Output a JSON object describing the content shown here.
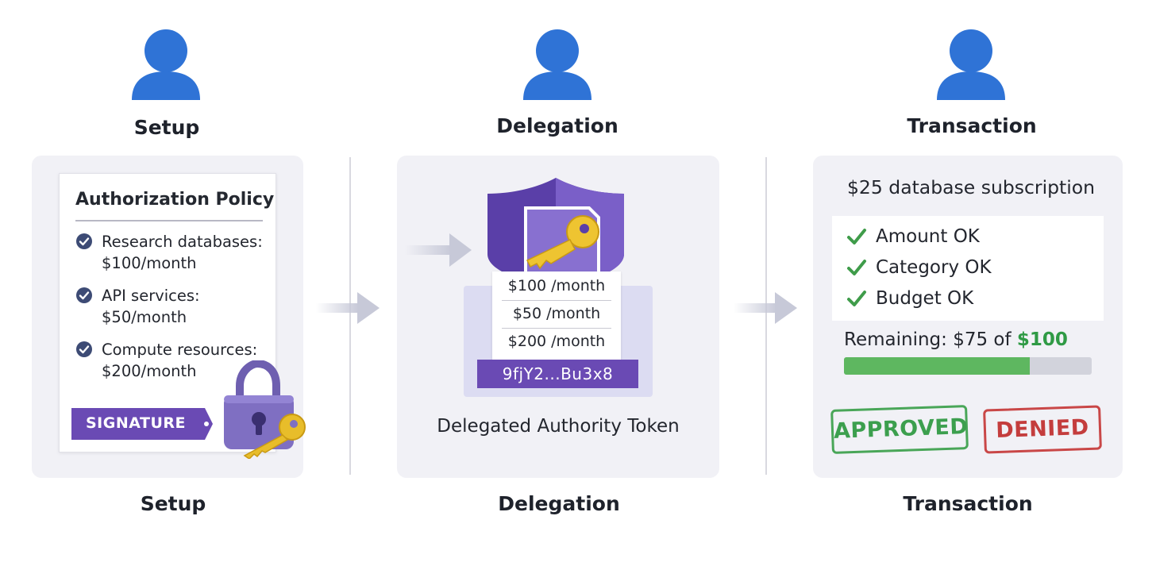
{
  "stages": {
    "setup": {
      "title": "Setup",
      "bottom_label": "Setup",
      "policy_title": "Authorization Policy",
      "items": [
        {
          "line1": "Research databases:",
          "line2": "$100/month"
        },
        {
          "line1": "API services:",
          "line2": "$50/month"
        },
        {
          "line1": "Compute resources:",
          "line2": "$200/month"
        }
      ],
      "signature_label": "SIGNATURE"
    },
    "delegation": {
      "title": "Delegation",
      "bottom_label": "Delegation",
      "token_limits": [
        "$100 /month",
        "$50 /month",
        "$200 /month"
      ],
      "token_id": "9fjY2...Bu3x8",
      "caption": "Delegated Authority Token"
    },
    "transaction": {
      "title": "Transaction",
      "bottom_label": "Transaction",
      "request": "$25 database subscription",
      "checks": [
        "Amount OK",
        "Category OK",
        "Budget OK"
      ],
      "remaining_prefix": "Remaining: $75 of ",
      "remaining_total": "$100",
      "remaining_fraction": 0.75,
      "stamp_approved": "APPROVED",
      "stamp_denied": "DENIED"
    }
  },
  "colors": {
    "person": "#2f73d6",
    "accent_purple": "#6a4ab4",
    "check_green": "#3f9c4a",
    "bar_fill": "#5eb760",
    "denied_red": "#c43d3d",
    "key_gold": "#e8bd2a"
  },
  "icons": [
    "person-icon",
    "check-circle-icon",
    "padlock-icon",
    "key-icon",
    "shield-icon",
    "checkmark-icon",
    "arrow-right-icon"
  ]
}
